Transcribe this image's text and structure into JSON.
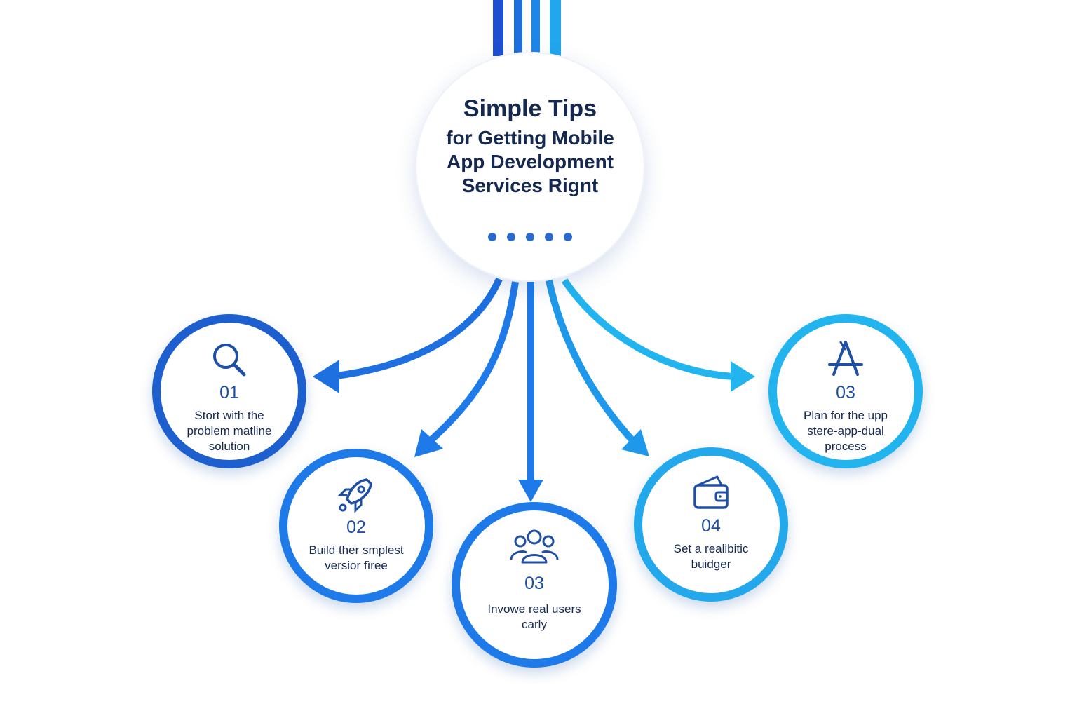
{
  "hub": {
    "title": "Simple Tips",
    "subtitle": "for Getting Mobile App Development Services Rignt"
  },
  "colors": {
    "navy": "#142850",
    "blue_dark": "#1e5fcf",
    "blue_mid": "#1e7ae8",
    "blue_light": "#22b4ee"
  },
  "tips": [
    {
      "number": "01",
      "text": "Stort with the problem matline solution",
      "icon": "search-icon",
      "color": "#1e5fcf"
    },
    {
      "number": "02",
      "text": "Build ther smplest versior fìree",
      "icon": "rocket-icon",
      "color": "#1e7ae8"
    },
    {
      "number": "03",
      "text": "Invowe real users carly",
      "icon": "users-icon",
      "color": "#1e7ae8"
    },
    {
      "number": "04",
      "text": "Set a realibitic buidger",
      "icon": "wallet-icon",
      "color": "#23a8ec"
    },
    {
      "number": "03",
      "text": "Plan for the upp stere-app-dual process",
      "icon": "app-store-icon",
      "color": "#22b4ee"
    }
  ]
}
